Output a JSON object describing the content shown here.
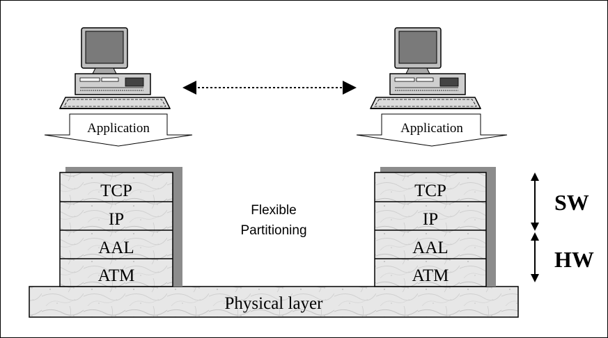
{
  "hosts": [
    {
      "app_label": "Application",
      "layers": [
        "TCP",
        "IP",
        "AAL",
        "ATM"
      ]
    },
    {
      "app_label": "Application",
      "layers": [
        "TCP",
        "IP",
        "AAL",
        "ATM"
      ]
    }
  ],
  "middle_label": {
    "line1": "Flexible",
    "line2": "Partitioning"
  },
  "physical_label": "Physical layer",
  "sw_label": "SW",
  "hw_label": "HW"
}
